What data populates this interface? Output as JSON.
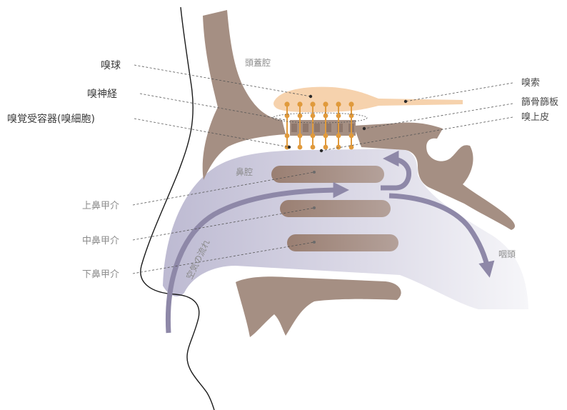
{
  "labels": {
    "olfactory_bulb": "嗅球",
    "olfactory_nerve": "嗅神経",
    "olfactory_receptor": "嗅覚受容器(嗅細胞)",
    "olfactory_tract": "嗅索",
    "cribriform_plate": "篩骨篩板",
    "olfactory_epithelium": "嗅上皮",
    "cranial_cavity": "頭蓋腔",
    "nasal_cavity": "鼻腔",
    "superior_turbinate": "上鼻甲介",
    "middle_turbinate": "中鼻甲介",
    "inferior_turbinate": "下鼻甲介",
    "pharynx": "咽頭",
    "airflow": "空気の流れ"
  },
  "colors": {
    "bone": "#a58f83",
    "turbinate": "#9f857a",
    "bulb": "#f6d2ad",
    "nerve": "#e09a3c",
    "airway_dark": "#b9b6cf",
    "airway_light": "#f1f0f5",
    "arrow": "#8e88a8",
    "profile": "#1a1a1a"
  }
}
